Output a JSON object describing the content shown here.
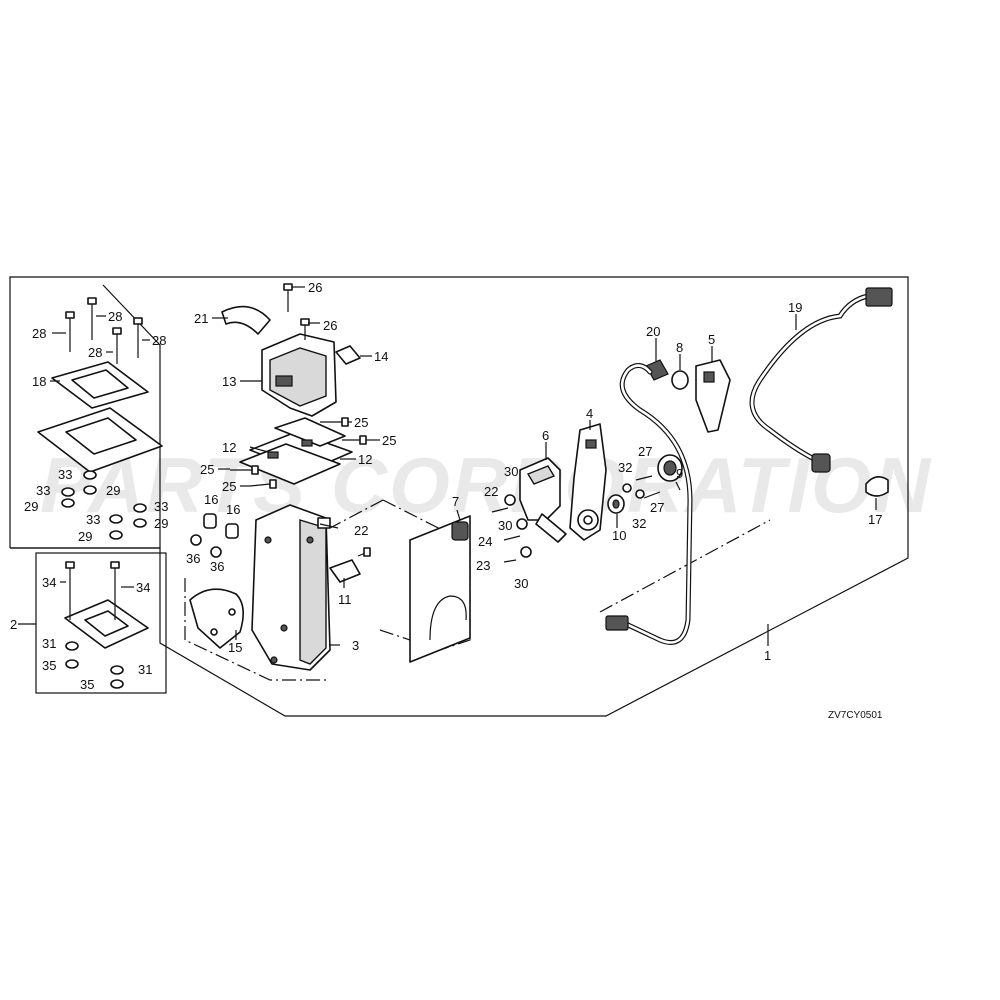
{
  "diagram": {
    "watermark": "PARTS CORPORATION",
    "reference_code": "ZV7CY0501",
    "labels": [
      {
        "id": "l26a",
        "text": "26"
      },
      {
        "id": "l26b",
        "text": "26"
      },
      {
        "id": "l21",
        "text": "21"
      },
      {
        "id": "l14",
        "text": "14"
      },
      {
        "id": "l13",
        "text": "13"
      },
      {
        "id": "l25a",
        "text": "25"
      },
      {
        "id": "l25b",
        "text": "25"
      },
      {
        "id": "l25c",
        "text": "25"
      },
      {
        "id": "l25d",
        "text": "25"
      },
      {
        "id": "l12a",
        "text": "12"
      },
      {
        "id": "l12b",
        "text": "12"
      },
      {
        "id": "l28a",
        "text": "28"
      },
      {
        "id": "l28b",
        "text": "28"
      },
      {
        "id": "l28c",
        "text": "28"
      },
      {
        "id": "l28d",
        "text": "28"
      },
      {
        "id": "l18",
        "text": "18"
      },
      {
        "id": "l33a",
        "text": "33"
      },
      {
        "id": "l33b",
        "text": "33"
      },
      {
        "id": "l33c",
        "text": "33"
      },
      {
        "id": "l33d",
        "text": "33"
      },
      {
        "id": "l29a",
        "text": "29"
      },
      {
        "id": "l29b",
        "text": "29"
      },
      {
        "id": "l29c",
        "text": "29"
      },
      {
        "id": "l29d",
        "text": "29"
      },
      {
        "id": "l2",
        "text": "2"
      },
      {
        "id": "l34a",
        "text": "34"
      },
      {
        "id": "l34b",
        "text": "34"
      },
      {
        "id": "l31a",
        "text": "31"
      },
      {
        "id": "l31b",
        "text": "31"
      },
      {
        "id": "l35a",
        "text": "35"
      },
      {
        "id": "l35b",
        "text": "35"
      },
      {
        "id": "l16a",
        "text": "16"
      },
      {
        "id": "l16b",
        "text": "16"
      },
      {
        "id": "l36a",
        "text": "36"
      },
      {
        "id": "l36b",
        "text": "36"
      },
      {
        "id": "l15",
        "text": "15"
      },
      {
        "id": "l3",
        "text": "3"
      },
      {
        "id": "l22a",
        "text": "22"
      },
      {
        "id": "l22b",
        "text": "22"
      },
      {
        "id": "l11",
        "text": "11"
      },
      {
        "id": "l7",
        "text": "7"
      },
      {
        "id": "l6",
        "text": "6"
      },
      {
        "id": "l30a",
        "text": "30"
      },
      {
        "id": "l30b",
        "text": "30"
      },
      {
        "id": "l30c",
        "text": "30"
      },
      {
        "id": "l24",
        "text": "24"
      },
      {
        "id": "l23",
        "text": "23"
      },
      {
        "id": "l4",
        "text": "4"
      },
      {
        "id": "l10",
        "text": "10"
      },
      {
        "id": "l32a",
        "text": "32"
      },
      {
        "id": "l32b",
        "text": "32"
      },
      {
        "id": "l27a",
        "text": "27"
      },
      {
        "id": "l27b",
        "text": "27"
      },
      {
        "id": "l9",
        "text": "9"
      },
      {
        "id": "l20",
        "text": "20"
      },
      {
        "id": "l8",
        "text": "8"
      },
      {
        "id": "l5",
        "text": "5"
      },
      {
        "id": "l19",
        "text": "19"
      },
      {
        "id": "l17",
        "text": "17"
      },
      {
        "id": "l1",
        "text": "1"
      }
    ]
  }
}
